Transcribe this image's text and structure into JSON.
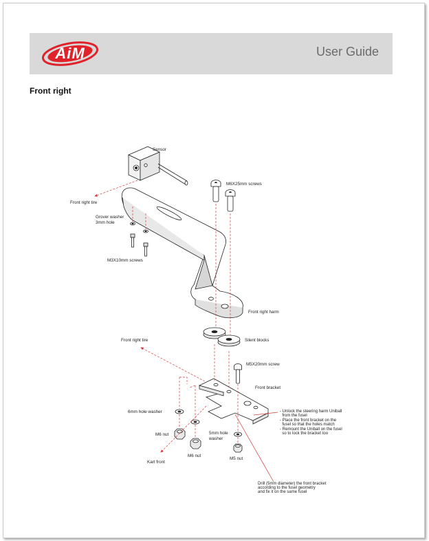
{
  "header": {
    "logo_text": "AiM",
    "title": "User Guide",
    "brand_color": "#e0232b"
  },
  "section": {
    "title": "Front right"
  },
  "diagram": {
    "labels": {
      "sensor": "Sensor",
      "front_right_tire_top": "Front right tire",
      "grover_washer_1": "Grover washer",
      "grover_washer_2": "3mm hole",
      "m3_screws": "M3X10mm screws",
      "m6_screws": "M6X25mm screws",
      "front_right_harm": "Front right harm",
      "silent_blocks": "Silent blocks",
      "front_right_tire_mid": "Front right tire",
      "m5_screw": "M5X20mm screw",
      "front_bracket": "Front bracket",
      "washer_6mm": "6mm hole washer",
      "m6_nut_left": "M6 nut",
      "m6_nut_center": "M6 nut",
      "washer_5mm_1": "5mm hole",
      "washer_5mm_2": "washer",
      "m5_nut": "M5 nut",
      "kart_front": "Kart front"
    },
    "instructions": [
      "- Unlock the steering harm Uniball",
      "  from the fusel",
      "- Place the front bracket on the",
      "  fusel so that the holes match",
      "- Remount the Uniball on the fusel",
      "  so to lock the bracket too"
    ],
    "drill_note": [
      "Drill (5mm diameter) the front bracket",
      "according to the fusel geometry",
      "and fix it on the same fusel"
    ]
  }
}
